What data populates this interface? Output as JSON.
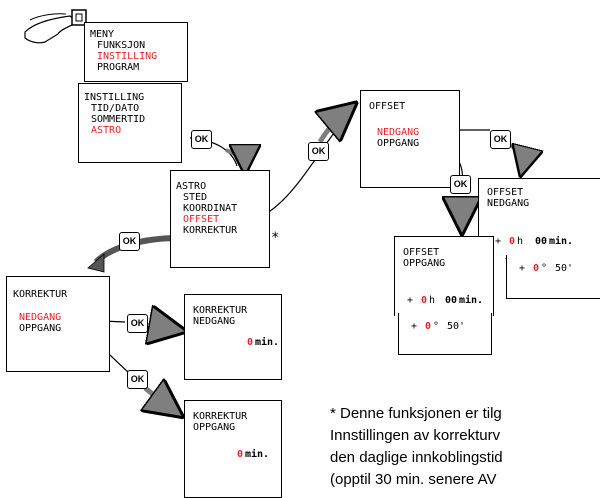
{
  "menu": {
    "l1": "MENY",
    "l2": "FUNKSJON",
    "l3": "INSTILLING",
    "l4": "PROGRAM"
  },
  "instilling": {
    "l1": "INSTILLING",
    "l2": "TID/DATO",
    "l3": "SOMMERTID",
    "l4": "ASTRO"
  },
  "astro": {
    "l1": "ASTRO",
    "l2": "STED",
    "l3": "KOORDINAT",
    "l4": "OFFSET",
    "l5": "KORREKTUR"
  },
  "star": "*",
  "korrektur": {
    "l1": "KORREKTUR",
    "l2": "NEDGANG",
    "l3": "OPPGANG"
  },
  "korr_ned": {
    "l1": "KORREKTUR",
    "l2": "NEDGANG",
    "value": "0",
    "unit": "min."
  },
  "korr_opp": {
    "l1": "KORREKTUR",
    "l2": "OPPGANG",
    "value": "0",
    "unit": "min."
  },
  "offset": {
    "l1": "OFFSET",
    "l2": "NEDGANG",
    "l3": "OPPGANG"
  },
  "off_ned": {
    "l1": "OFFSET",
    "l2": "NEDGANG",
    "sign": "+",
    "h": "0",
    "hunit": "h",
    "m": "00",
    "munit": "min.",
    "sign2": "+",
    "d": "0",
    "dunit": "°",
    "mm": "50'"
  },
  "off_opp": {
    "l1": "OFFSET",
    "l2": "OPPGANG",
    "sign": "+",
    "h": "0",
    "hunit": "h",
    "m": "00",
    "munit": "min.",
    "sign2": "+",
    "d": "0",
    "dunit": "°",
    "mm": "50'"
  },
  "ok_label": "OK",
  "note": {
    "l1": "* Denne funksjonen er tilg",
    "l2": "Innstillingen av korrekturv",
    "l3": "den daglige innkoblingstid",
    "l4": "(opptil 30 min. senere AV"
  },
  "colors": {
    "highlight": "#e8202a",
    "arrow_fill": "#7f7f7f"
  }
}
